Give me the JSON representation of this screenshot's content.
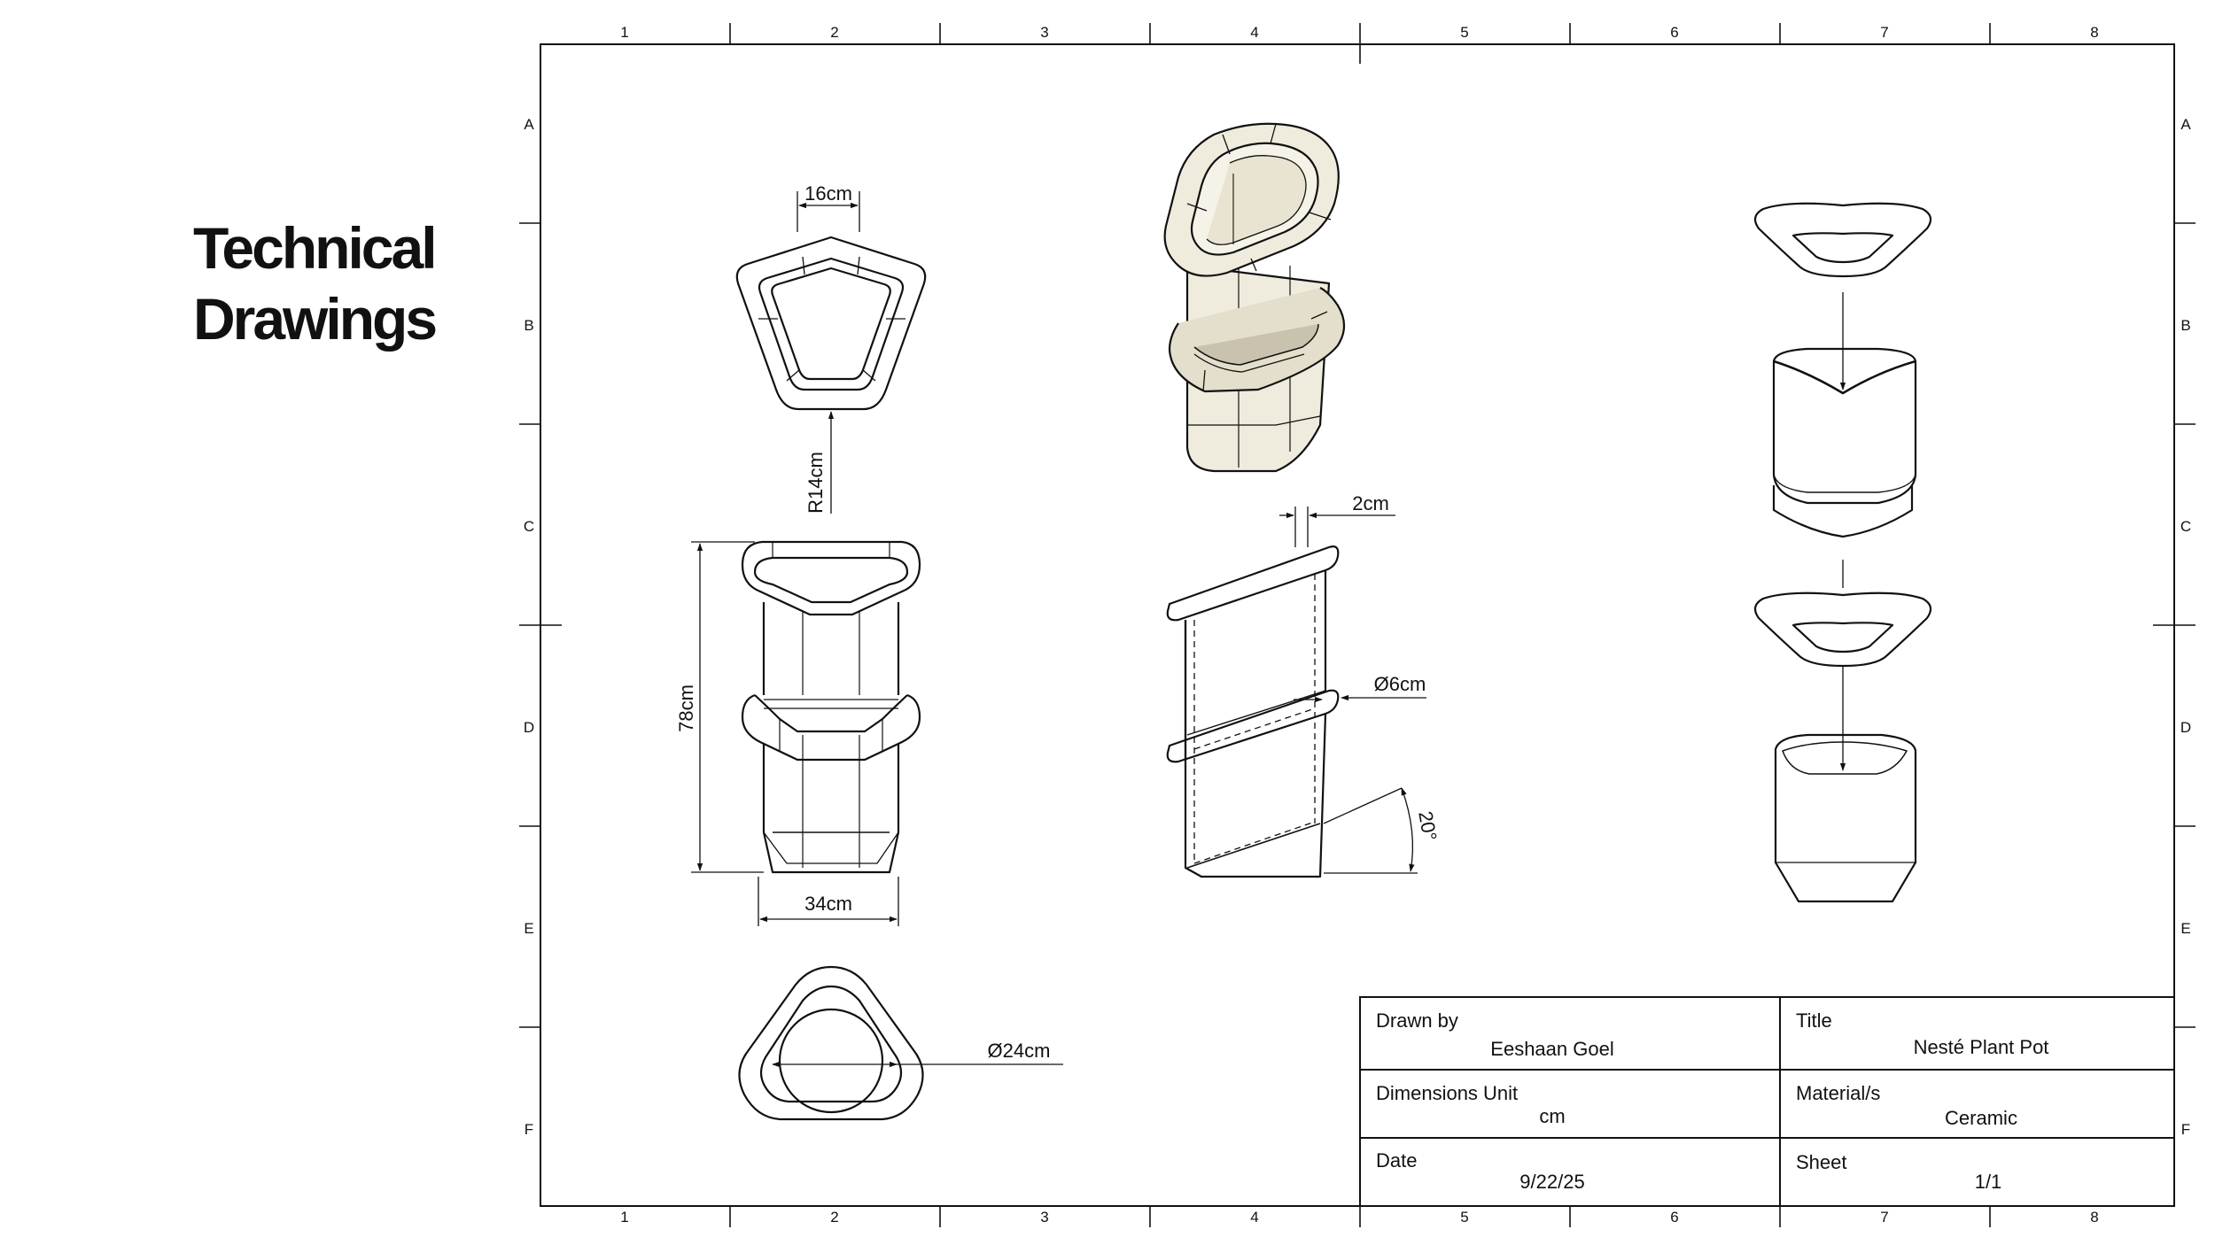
{
  "page": {
    "title_line1": "Technical",
    "title_line2": "Drawings"
  },
  "frame": {
    "columns": [
      "1",
      "2",
      "3",
      "4",
      "5",
      "6",
      "7",
      "8"
    ],
    "rows": [
      "A",
      "B",
      "C",
      "D",
      "E",
      "F"
    ]
  },
  "dimensions": {
    "top_width": "16cm",
    "radius": "R14cm",
    "height": "78cm",
    "base_width": "34cm",
    "base_diameter": "Ø24cm",
    "ring_gap": "2cm",
    "ring_diameter": "Ø6cm",
    "angle": "20°"
  },
  "title_block": {
    "drawn_by_label": "Drawn by",
    "drawn_by_value": "Eeshaan Goel",
    "title_label": "Title",
    "title_value": "Nesté Plant Pot",
    "units_label": "Dimensions Unit",
    "units_value": "cm",
    "material_label": "Material/s",
    "material_value": "Ceramic",
    "date_label": "Date",
    "date_value": "9/22/25",
    "sheet_label": "Sheet",
    "sheet_value": "1/1"
  },
  "colors": {
    "line": "#111111",
    "ceramic_fill": "#efebdd",
    "ceramic_shade": "#d9d3bf"
  }
}
